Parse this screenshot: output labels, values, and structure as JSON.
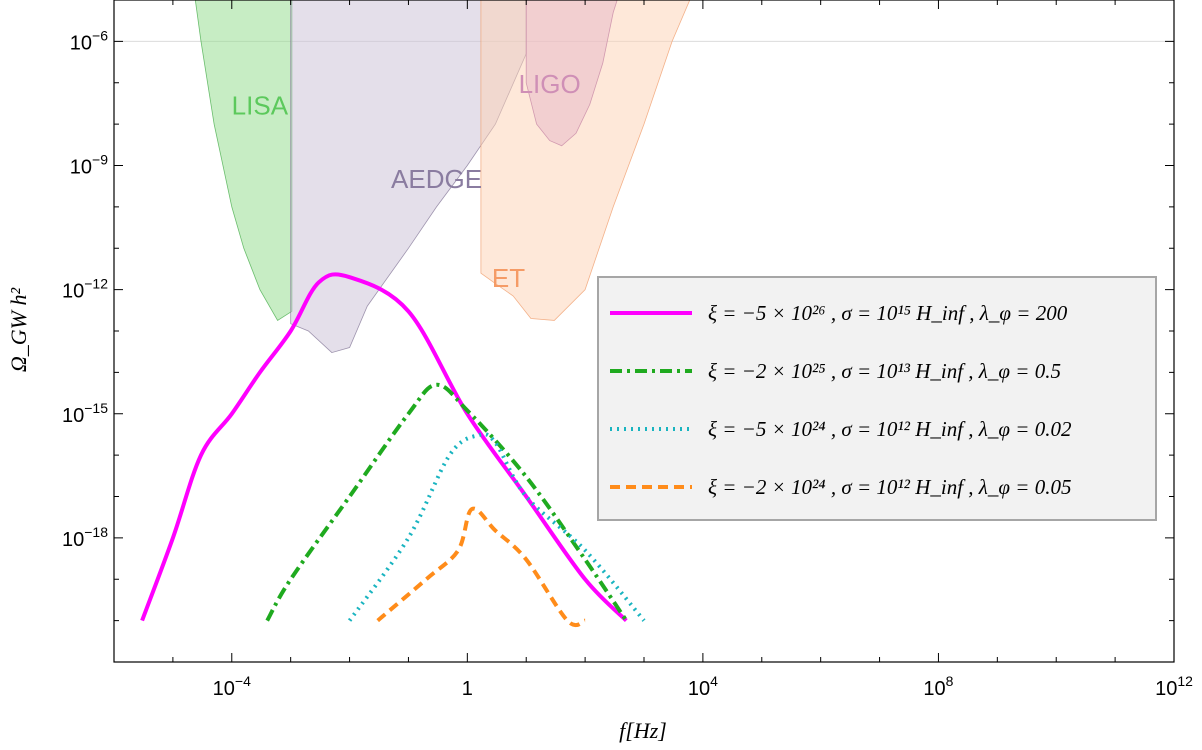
{
  "chart_data": {
    "type": "line",
    "title": "",
    "xlabel": "f[Hz]",
    "ylabel": "Ω_GW h²",
    "x_scale": "log",
    "y_scale": "log",
    "xlim": [
      1e-06,
      1000000000000.0
    ],
    "ylim": [
      1e-21,
      1e-05
    ],
    "x_ticks": [
      {
        "value": 0.0001,
        "base": "10",
        "exp": "−4"
      },
      {
        "value": 1,
        "base": "1",
        "exp": ""
      },
      {
        "value": 10000.0,
        "base": "10",
        "exp": "4"
      },
      {
        "value": 100000000.0,
        "base": "10",
        "exp": "8"
      },
      {
        "value": 1000000000000.0,
        "base": "10",
        "exp": "12"
      }
    ],
    "y_ticks": [
      {
        "value": 1e-06,
        "base": "10",
        "exp": "−6"
      },
      {
        "value": 1e-09,
        "base": "10",
        "exp": "−9"
      },
      {
        "value": 1e-12,
        "base": "10",
        "exp": "−12"
      },
      {
        "value": 1e-15,
        "base": "10",
        "exp": "−15"
      },
      {
        "value": 1e-18,
        "base": "10",
        "exp": "−18"
      }
    ],
    "grid": "horizontal line at 1e-6",
    "legend_position": "right",
    "regions": [
      {
        "name": "LISA",
        "color": "#8fdc8a",
        "edge": "#4caf50",
        "label_color": "#5cc95c",
        "label_at": [
          0.0003,
          3e-08
        ],
        "boundary": [
          [
            2.4e-05,
            1e-05
          ],
          [
            3e-05,
            1e-06
          ],
          [
            5e-05,
            1e-08
          ],
          [
            0.0001,
            1e-10
          ],
          [
            0.00016,
            1e-11
          ],
          [
            0.0003,
            1e-12
          ],
          [
            0.0006,
            1.8e-13
          ],
          [
            0.00105,
            3e-13
          ],
          [
            0.00105,
            1e-05
          ]
        ]
      },
      {
        "name": "AEDGE",
        "color": "#cac0d6",
        "edge": "#8a7d9c",
        "label_color": "#8a7ca0",
        "label_at": [
          0.3,
          5e-10
        ],
        "boundary": [
          [
            0.001,
            1e-05
          ],
          [
            0.001,
            1.5e-13
          ],
          [
            0.002,
            1e-13
          ],
          [
            0.005,
            3e-14
          ],
          [
            0.01,
            4e-14
          ],
          [
            0.02,
            4e-13
          ],
          [
            0.1,
            1e-11
          ],
          [
            0.3,
            1e-10
          ],
          [
            1,
            1e-09
          ],
          [
            3,
            1e-08
          ],
          [
            10,
            5e-07
          ],
          [
            10,
            1e-05
          ]
        ]
      },
      {
        "name": "ET",
        "color": "#fdd2b4",
        "edge": "#f0a070",
        "label_color": "#f59b66",
        "label_at": [
          5,
          2e-12
        ],
        "boundary": [
          [
            1.7,
            1e-05
          ],
          [
            1.7,
            2.5e-12
          ],
          [
            3,
            1.4e-12
          ],
          [
            6,
            7e-13
          ],
          [
            12,
            2e-13
          ],
          [
            30,
            1.8e-13
          ],
          [
            100,
            1e-12
          ],
          [
            300,
            1e-10
          ],
          [
            1000,
            1e-08
          ],
          [
            3000,
            1e-06
          ],
          [
            6000,
            1e-05
          ]
        ]
      },
      {
        "name": "LIGO",
        "color": "#e6b6c8",
        "edge": "#c88aa6",
        "label_color": "#cf8fb6",
        "label_at": [
          25,
          1e-07
        ],
        "boundary": [
          [
            10,
            1e-05
          ],
          [
            10,
            1e-07
          ],
          [
            15,
            1e-08
          ],
          [
            25,
            4e-09
          ],
          [
            40,
            3e-09
          ],
          [
            70,
            6e-09
          ],
          [
            120,
            3e-08
          ],
          [
            200,
            3e-07
          ],
          [
            300,
            5e-06
          ],
          [
            350,
            1e-05
          ]
        ]
      }
    ],
    "series": [
      {
        "name": "ξ = −5 × 10²⁶ ,  σ = 10¹⁵ H_inf ,  λ_φ = 200",
        "color": "#ff00ff",
        "dash": "solid",
        "x": [
          3e-06,
          1e-05,
          3e-05,
          0.0001,
          0.0003,
          0.001,
          0.003,
          0.01,
          0.1,
          1,
          10,
          100,
          500
        ],
        "y": [
          1e-20,
          1e-18,
          1e-16,
          1e-15,
          1e-14,
          1e-13,
          1.5e-12,
          2e-12,
          3e-13,
          1e-15,
          1e-17,
          1e-19,
          1e-20
        ]
      },
      {
        "name": "ξ = −2 × 10²⁵ ,  σ = 10¹³ H_inf ,  λ_φ = 0.5",
        "color": "#1faa1f",
        "dash": "dashdot",
        "x": [
          0.0004,
          0.001,
          0.01,
          0.1,
          0.3,
          1,
          10,
          100,
          500
        ],
        "y": [
          1e-20,
          1e-19,
          1e-17,
          1e-15,
          5e-15,
          1.2e-15,
          3e-17,
          3e-19,
          1e-20
        ]
      },
      {
        "name": "ξ = −5 × 10²⁴ ,  σ = 10¹² H_inf ,  λ_φ = 0.02",
        "color": "#19b4c0",
        "dash": "dotted",
        "x": [
          0.01,
          0.1,
          0.5,
          1.5,
          3,
          10,
          100,
          1000
        ],
        "y": [
          1e-20,
          1e-18,
          1e-16,
          3e-16,
          2e-16,
          1e-17,
          5e-19,
          1e-20
        ]
      },
      {
        "name": "ξ = −2 × 10²⁴ ,  σ = 10¹² H_inf ,  λ_φ = 0.05",
        "color": "#ff8c1a",
        "dash": "dashed",
        "x": [
          0.03,
          0.2,
          0.7,
          1.2,
          3,
          10,
          50,
          100
        ],
        "y": [
          1e-20,
          1e-19,
          5e-19,
          5e-18,
          1.5e-18,
          3e-19,
          1e-20,
          1e-20
        ]
      }
    ]
  }
}
